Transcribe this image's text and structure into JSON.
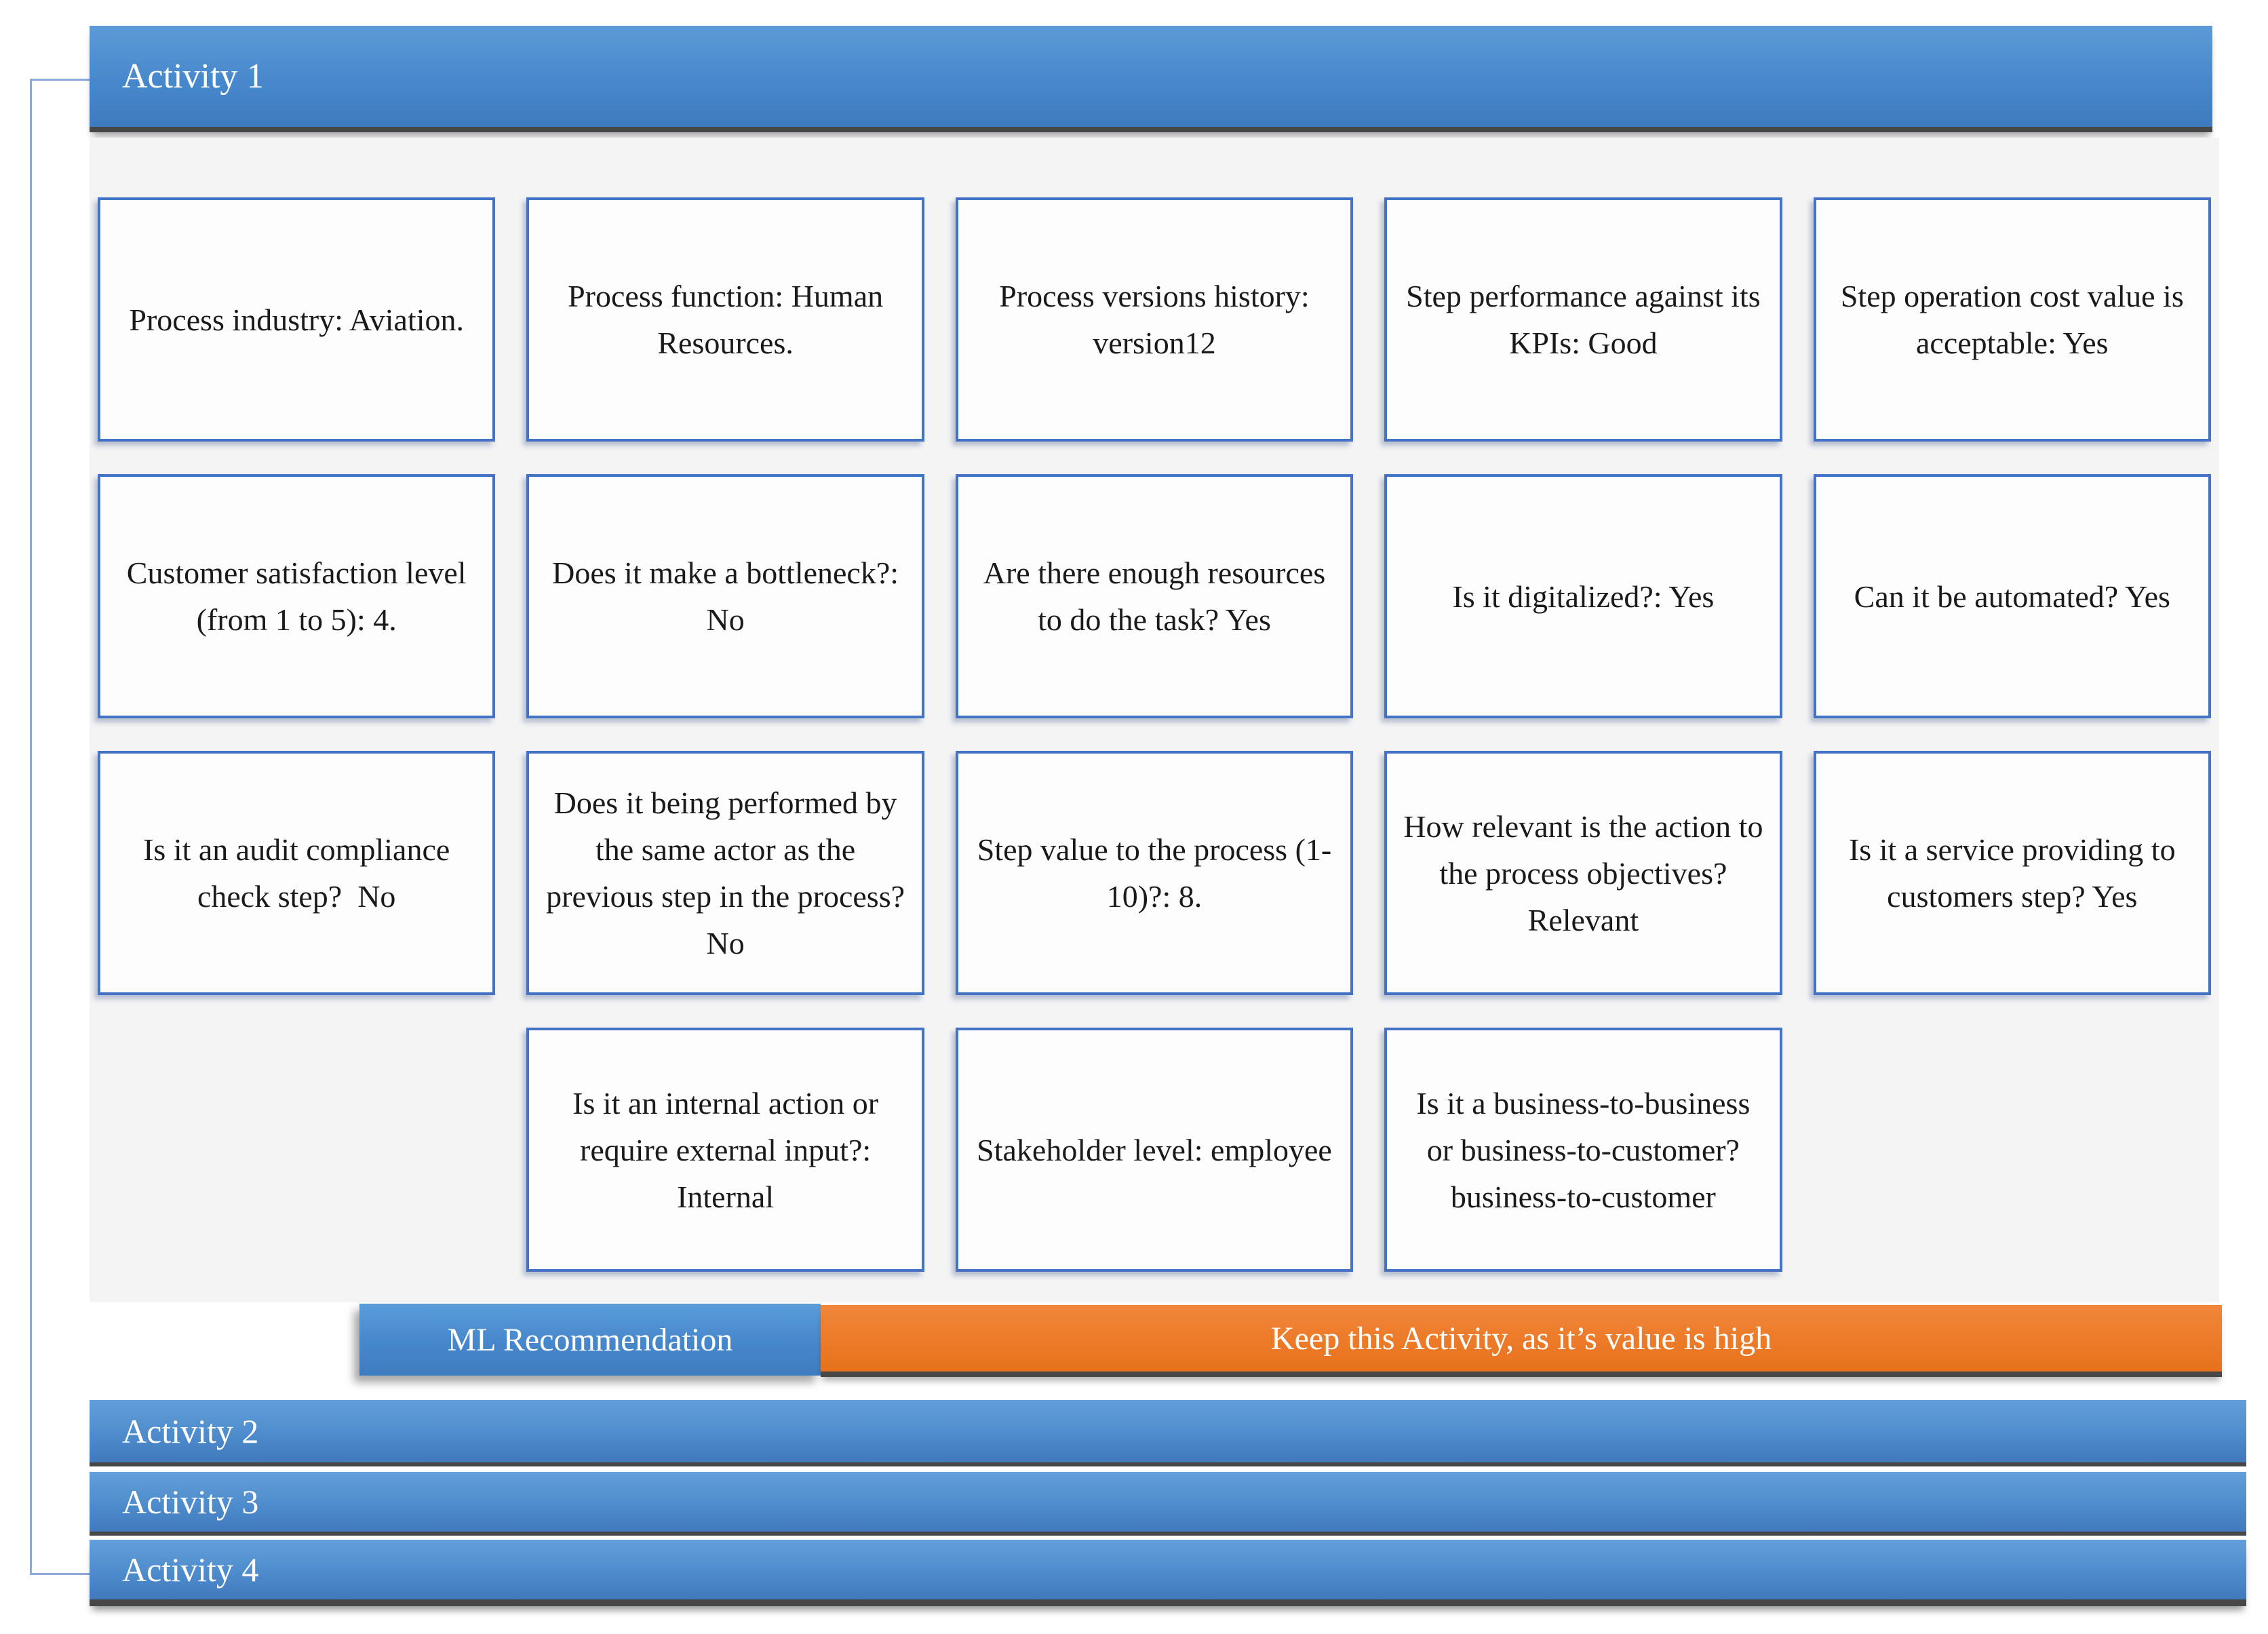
{
  "activity_panel": {
    "title": "Activity 1"
  },
  "cards": [
    [
      "Process industry: Aviation.",
      "Process function: Human Resources.",
      "Process versions history: version12",
      "Step performance against its KPIs: Good",
      "Step operation cost value is acceptable: Yes"
    ],
    [
      "Customer satisfaction level (from 1 to 5): 4.",
      "Does it make a bottleneck?: No",
      "Are there enough resources to do the task? Yes",
      "Is it digitalized?: Yes",
      "Can it be automated? Yes"
    ],
    [
      "Is it an audit compliance check step?  No",
      "Does it being performed by the same actor as the previous step in the process? No",
      "Step value to the process (1-10)?: 8.",
      "How relevant is the action to the process objectives? Relevant",
      "Is it a service providing to customers step? Yes"
    ],
    [
      null,
      "Is it an internal action or require external input?: Internal",
      "Stakeholder level: employee",
      "Is it a business-to-business or business-to-customer? business-to-customer",
      null
    ]
  ],
  "recommendation": {
    "label": "ML Recommendation",
    "message": "Keep this Activity, as it’s value is high"
  },
  "collapsed_activities": [
    {
      "label": "Activity 2"
    },
    {
      "label": "Activity 3"
    },
    {
      "label": "Activity 4"
    }
  ],
  "colors": {
    "accent_blue": "#4788CC",
    "accent_orange": "#ED7D31",
    "card_border_blue": "#4472C4",
    "panel_gray": "#F4F4F5",
    "connector_blue": "#8EA9DB",
    "dark_border": "#474747"
  }
}
